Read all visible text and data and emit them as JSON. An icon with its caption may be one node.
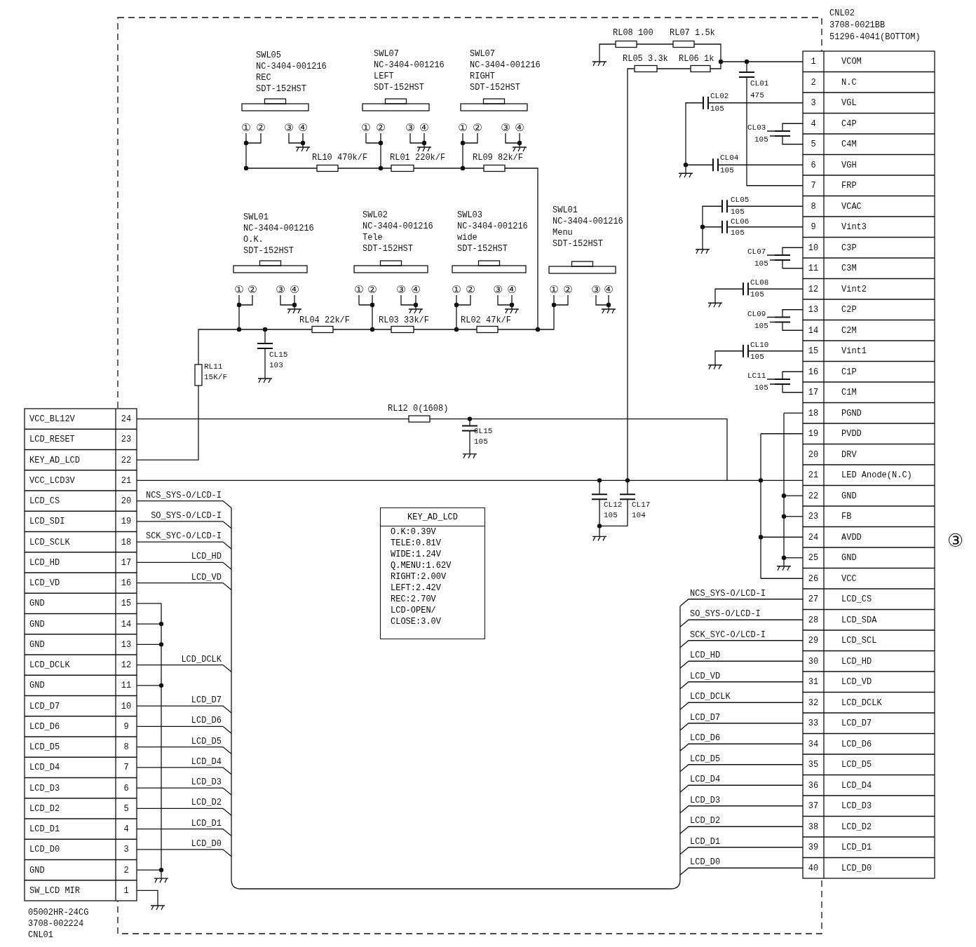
{
  "diagram": {
    "nodes": [
      {
        "text": [
          "KEY_AD_LCD",
          "O.K:0.39V",
          "TELE:0.81V",
          "WIDE:1.24V",
          "Q.MENU:1.62V",
          "RIGHT:2.00V",
          "LEFT:2.42V",
          "REC:2.70V",
          "LCD-OPEN/ CLOSE:3.0V"
        ]
      }
    ],
    "labels": [
      "CNL02",
      "3708-0021BB",
      "51296-4041(BOTTOM)",
      "RL08 100",
      "RL07 1.5k",
      "RL05 3.3k",
      "RL06 1k",
      "SWL05",
      "NC-3404-001216",
      "REC",
      "SDT-152HST",
      "①",
      "②",
      "③",
      "④",
      "SWL07",
      "NC-3404-001216",
      "LEFT",
      "SDT-152HST",
      "①",
      "②",
      "③",
      "④",
      "SWL07",
      "NC-3404-001216",
      "RIGHT",
      "SDT-152HST",
      "①",
      "②",
      "③",
      "④",
      "RL10 470k/F",
      "RL01 220k/F",
      "RL09 82k/F",
      "CL01",
      "CL02",
      "475",
      "105",
      "CL03",
      "105",
      "CL04",
      "105",
      "CL05",
      "105",
      "CL06",
      "105",
      "CL07",
      "105",
      "CL08",
      "105",
      "CL09",
      "105",
      "CL10",
      "105",
      "LC11",
      "105",
      "SWL01",
      "NC-3404-001216",
      "O.K.",
      "SDT-152HST",
      "①",
      "②",
      "③",
      "④",
      "SWL02",
      "NC-3404-001216",
      "Tele",
      "SDT-152HST",
      "①",
      "②",
      "③",
      "④",
      "SWL03",
      "NC-3404-001216",
      "wide",
      "SDT-152HST",
      "①",
      "②",
      "③",
      "④",
      "SWL01",
      "NC-3404-001216",
      "Menu",
      "SDT-152HST",
      "①",
      "②",
      "③",
      "④",
      "RL04 22k/F",
      "RL03 33k/F",
      "RL02 47k/F",
      "CL15",
      "RL11",
      "103",
      "15K/F",
      "RL12 0(1608)",
      "CL15",
      "105",
      "CL12",
      "105",
      "CL17",
      "104",
      "VCC_BL12V",
      "24",
      "LCD_RESET",
      "23",
      "KEY_AD_LCD",
      "22",
      "VCC_LCD3V",
      "21",
      "LCD_CS",
      "20",
      "LCD_SDI",
      "19",
      "LCD_SCLK",
      "18",
      "LCD_HD",
      "17",
      "LCD_VD",
      "16",
      "GND",
      "15",
      "GND",
      "14",
      "GND",
      "13",
      "LCD_DCLK",
      "12",
      "GND",
      "11",
      "LCD_D7",
      "10",
      "LCD_D6",
      "9",
      "LCD_D5",
      "8",
      "LCD_D4",
      "7",
      "LCD_D3",
      "6",
      "LCD_D2",
      "5",
      "LCD_D1",
      "4",
      "LCD_D0",
      "3",
      "GND",
      "2",
      "SW_LCD MIR",
      "1",
      "NCS_SYS-O/LCD-I",
      "SO_SYS-O/LCD-I",
      "SCK_SYC-O/LCD-I",
      "LCD_HD",
      "LCD_VD",
      "LCD_DCLK",
      "LCD_D7",
      "LCD_D6",
      "LCD_D5",
      "LCD_D4",
      "LCD_D3",
      "LCD_D2",
      "LCD_D1",
      "LCD_D0",
      "1",
      "VCOM",
      "2",
      "N.C",
      "3",
      "VGL",
      "4",
      "C4P",
      "5",
      "C4M",
      "6",
      "VGH",
      "7",
      "FRP",
      "8",
      "VCAC",
      "9",
      "Vint3",
      "10",
      "C3P",
      "11",
      "C3M",
      "12",
      "Vint2",
      "13",
      "C2P",
      "14",
      "C2M",
      "15",
      "Vint1",
      "16",
      "C1P",
      "17",
      "C1M",
      "18",
      "PGND",
      "19",
      "PVDD",
      "20",
      "DRV",
      "21",
      "LED Anode(N.C)",
      "22",
      "GND",
      "23",
      "FB",
      "24",
      "AVDD",
      "25",
      "GND",
      "26",
      "VCC",
      "27",
      "LCD_CS",
      "28",
      "LCD_SDA",
      "29",
      "LCD_SCL",
      "30",
      "LCD_HD",
      "31",
      "LCD_VD",
      "32",
      "LCD_DCLK",
      "33",
      "LCD_D7",
      "34",
      "LCD_D6",
      "35",
      "LCD_D5",
      "36",
      "LCD_D4",
      "37",
      "LCD_D3",
      "38",
      "LCD_D2",
      "39",
      "LCD_D1",
      "40",
      "LCD_D0",
      "NCS_SYS-O/LCD-I",
      "SO_SYS-O/LCD-I",
      "SCK_SYC-O/LCD-I",
      "LCD_HD",
      "LCD_VD",
      "LCD_DCLK",
      "LCD_D7",
      "LCD_D6",
      "LCD_D5",
      "LCD_D4",
      "LCD_D3",
      "LCD_D2",
      "LCD_D1",
      "LCD_D0",
      "05002HR-24CG",
      "3708-002224",
      "CNL01",
      "③"
    ]
  }
}
